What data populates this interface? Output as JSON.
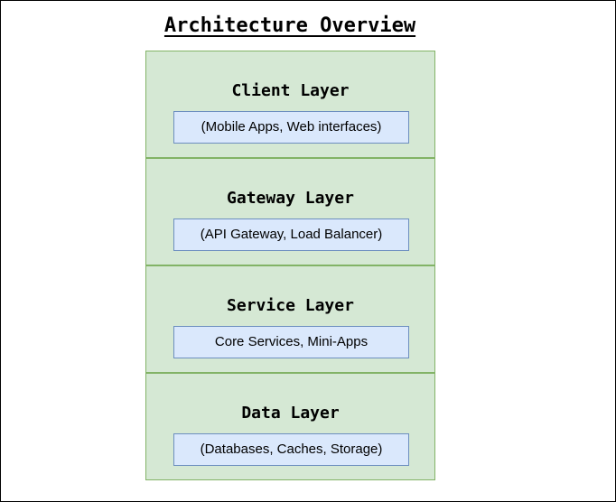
{
  "diagram": {
    "title": "Architecture Overview",
    "layers": [
      {
        "name": "Client Layer",
        "components": "(Mobile Apps, Web interfaces)"
      },
      {
        "name": "Gateway Layer",
        "components": "(API Gateway, Load Balancer)"
      },
      {
        "name": "Service Layer",
        "components": "Core Services, Mini-Apps"
      },
      {
        "name": "Data Layer",
        "components": "(Databases, Caches, Storage)"
      }
    ]
  },
  "colors": {
    "layer_fill": "#d5e8d4",
    "layer_border": "#82b366",
    "component_fill": "#dae8fc",
    "component_border": "#6c8ebf",
    "text": "#000000",
    "page_border": "#000000",
    "background": "#ffffff"
  }
}
